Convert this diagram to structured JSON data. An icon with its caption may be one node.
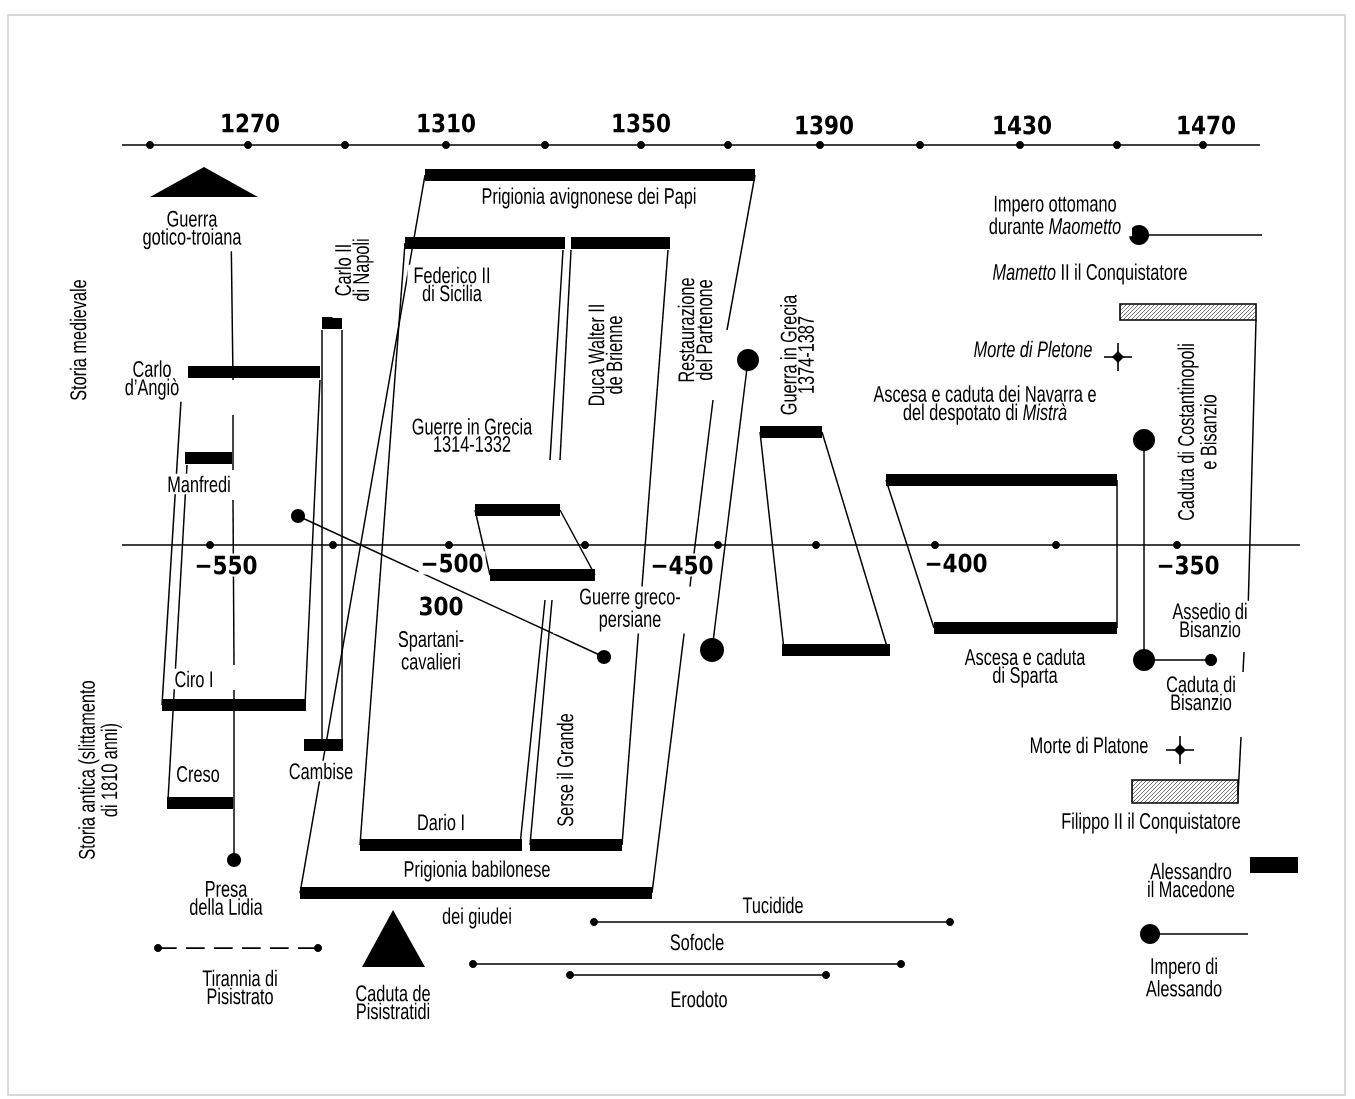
{
  "diagram": {
    "labels": [
      "1270",
      "1310",
      "1350",
      "1390",
      "1430",
      "1470",
      "Prigionia avignonese dei Papi",
      "Guerra gotico-troiana",
      "Impero ottomano durante *Maometto*",
      "Carlo II di Napoli",
      "Federico II di Sicilia",
      "*Mametto* II il Conquistatore",
      "Storia medievale",
      "Duca Walter II de Brienne",
      "Restaurazione del Partenone",
      "Guerra in Grecia 1374-1387",
      "Morte di Pletone",
      "Carlo d’Angiò",
      "Ascesa e caduta dei Navarra e del despotato di *Mistrà*",
      "Guerre in Grecia 1314-1332",
      "Caduta di Costantinopoli e Bisanzio",
      "Manfredi",
      "−550",
      "−500",
      "−450",
      "−400",
      "−350",
      "300",
      "Guerre greco-persiane",
      "Spartani-cavalieri",
      "Assedio di Bisanzio",
      "Ciro I",
      "Ascesa e caduta di Sparta",
      "Caduta di Bisanzio",
      "Storia antica (slittamento di 1810 anni)",
      "Morte di Platone",
      "Creso",
      "Cambise",
      "Serse il Grande",
      "Dario I",
      "Filippo II il Conquistatore",
      "Prigionia babilonese",
      "Presa della Lidia",
      "Tucidide",
      "dei giudei",
      "Sofocle",
      "Tirannia di Pisistrato",
      "Caduta de Pisistratidi",
      "Erodoto"
    ],
    "legend": [
      {
        "text": "Alessandro il Macedone",
        "color": "#000000"
      },
      {
        "text": "Impero di Alessando"
      }
    ]
  }
}
